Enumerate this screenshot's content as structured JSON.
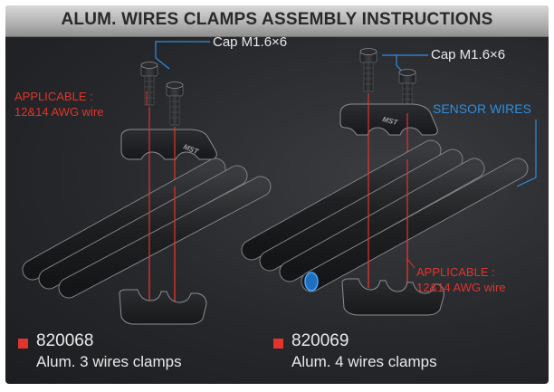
{
  "title": "ALUM. WIRES CLAMPS ASSEMBLY INSTRUCTIONS",
  "left": {
    "cap_label": "Cap M1.6×6",
    "applicable_line1": "APPLICABLE :",
    "applicable_line2": "12&14 AWG wire",
    "logo_text": "MST",
    "part_number": "820068",
    "part_desc": "Alum. 3 wires clamps"
  },
  "right": {
    "cap_label": "Cap M1.6×6",
    "sensor_label": "SENSOR WIRES",
    "applicable_line1": "APPLICABLE :",
    "applicable_line2": "12&14 AWG wire",
    "logo_text": "MST",
    "part_number": "820069",
    "part_desc": "Alum. 4 wires clamps"
  },
  "colors": {
    "accent_red": "#e0342d",
    "accent_blue": "#2f8de0",
    "text_light": "#e9e9e9",
    "background_dark": "#26282b"
  }
}
